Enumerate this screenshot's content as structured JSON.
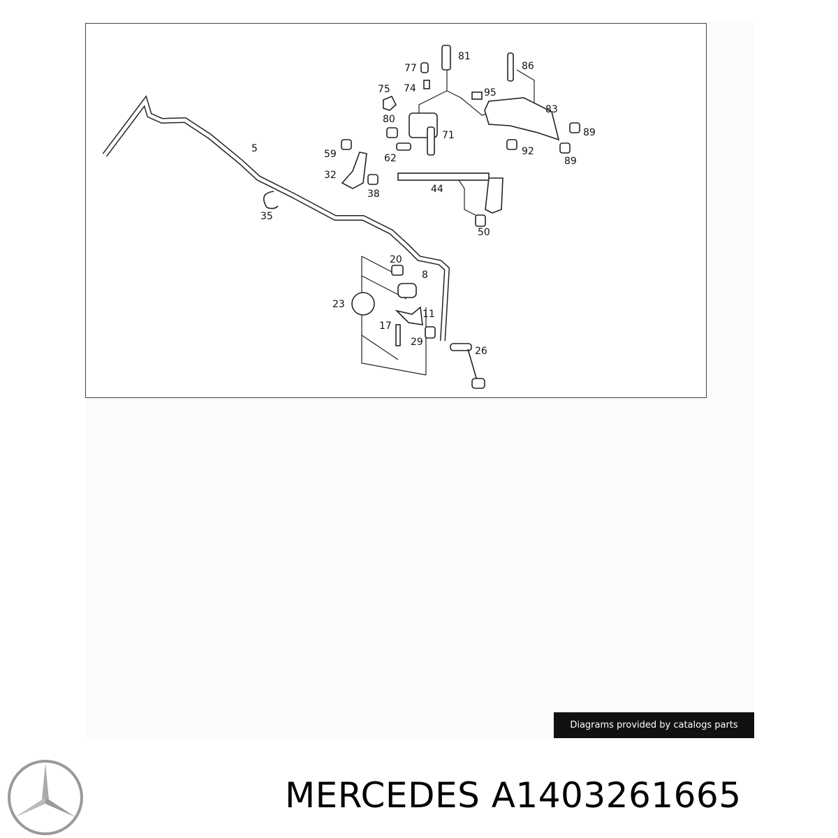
{
  "diagram": {
    "part_labels": [
      "81",
      "86",
      "77",
      "75",
      "74",
      "95",
      "83",
      "80",
      "71",
      "89",
      "89",
      "92",
      "59",
      "62",
      "5",
      "32",
      "38",
      "44",
      "35",
      "50",
      "20",
      "8",
      "23",
      "11",
      "17",
      "29",
      "26"
    ]
  },
  "credit": "Diagrams provided by catalogs parts",
  "title": "MERCEDES A1403261665",
  "brand_logo": "mercedes-star"
}
